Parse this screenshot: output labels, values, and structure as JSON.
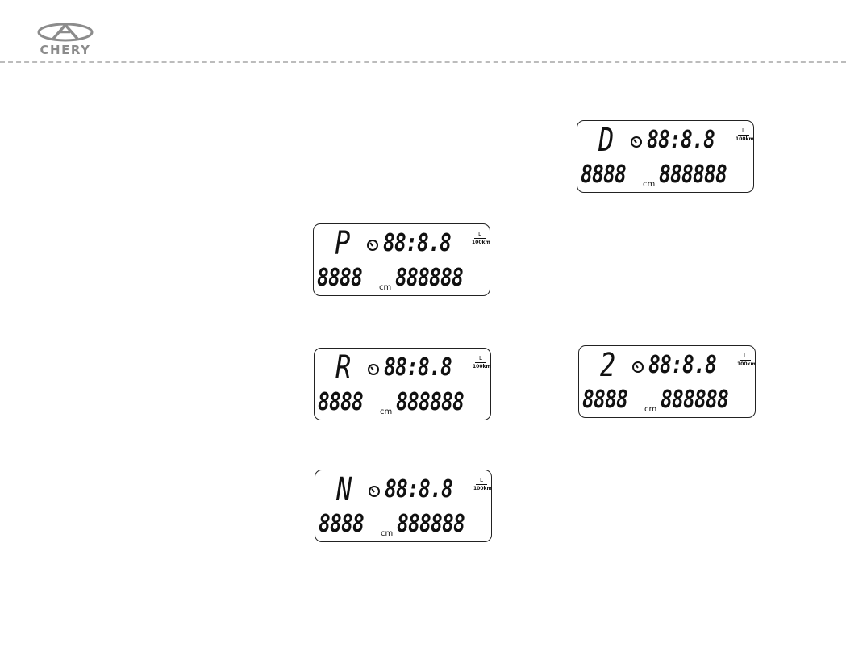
{
  "header": {
    "logo_text": "CHERY",
    "logo_color": "#8c8c8c"
  },
  "displays": [
    {
      "id": "p",
      "gear": "P",
      "top_digits": "88:8.8",
      "unit_top_num": "L",
      "unit_top_den": "100km",
      "bottom_left": "8888",
      "unit_bottom": "cm",
      "bottom_right": "888888"
    },
    {
      "id": "r",
      "gear": "R",
      "top_digits": "88:8.8",
      "unit_top_num": "L",
      "unit_top_den": "100km",
      "bottom_left": "8888",
      "unit_bottom": "cm",
      "bottom_right": "888888"
    },
    {
      "id": "n",
      "gear": "N",
      "top_digits": "88:8.8",
      "unit_top_num": "L",
      "unit_top_den": "100km",
      "bottom_left": "8888",
      "unit_bottom": "cm",
      "bottom_right": "888888"
    },
    {
      "id": "d",
      "gear": "D",
      "top_digits": "88:8.8",
      "unit_top_num": "L",
      "unit_top_den": "100km",
      "bottom_left": "8888",
      "unit_bottom": "cm",
      "bottom_right": "888888"
    },
    {
      "id": "2",
      "gear": "2",
      "top_digits": "88:8.8",
      "unit_top_num": "L",
      "unit_top_den": "100km",
      "bottom_left": "8888",
      "unit_bottom": "cm",
      "bottom_right": "888888"
    }
  ]
}
